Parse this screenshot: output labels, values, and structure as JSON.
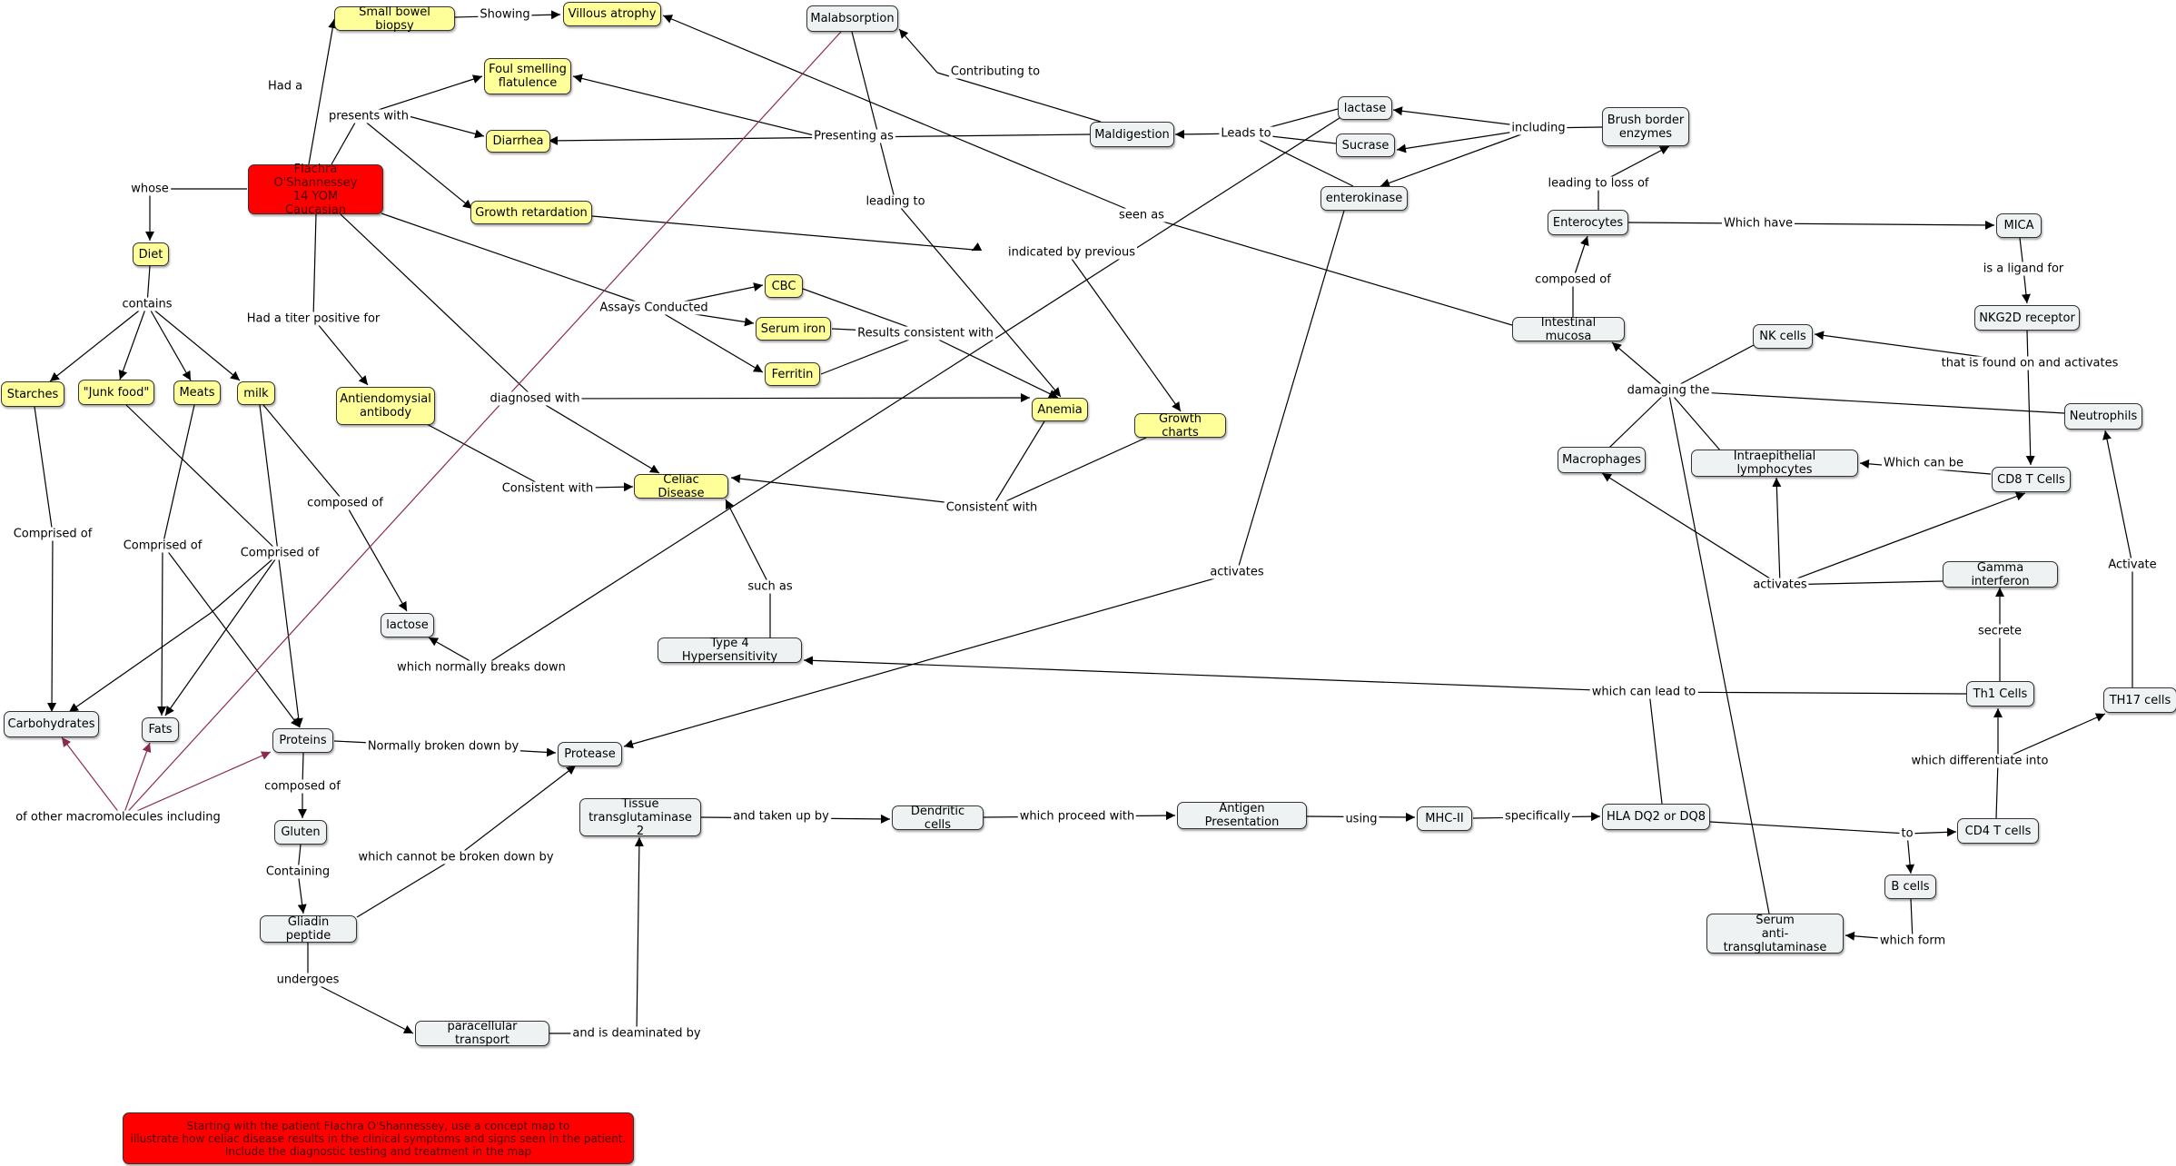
{
  "colors": {
    "yellow_node": "#ffff99",
    "gray_node": "#eef2f3",
    "red_node": "#ff0000",
    "line": "#000000",
    "maroon_line": "#8b2b4a"
  },
  "nodes": {
    "patient": "Flachra O'Shannessey\n14 YOM\nCaucasian",
    "small_bowel_biopsy": "Small bowel biopsy",
    "villous_atrophy": "Villous atrophy",
    "malabsorption": "Malabsorption",
    "foul_flatulence": "Foul smelling\nflatulence",
    "diarrhea": "Diarrhea",
    "growth_retardation": "Growth retardation",
    "maldigestion": "Maldigestion",
    "lactase": "lactase",
    "sucrase": "Sucrase",
    "enterokinase": "enterokinase",
    "brush_border": "Brush border\nenzymes",
    "enterocytes": "Enterocytes",
    "mica": "MICA",
    "nkg2d": "NKG2D receptor",
    "intestinal_mucosa": "Intestinal mucosa",
    "nk_cells": "NK cells",
    "neutrophils": "Neutrophils",
    "macrophages": "Macrophages",
    "iel": "Intraepithelial lymphocytes",
    "cd8": "CD8 T Cells",
    "gamma_interferon": "Gamma interferon",
    "th1": "Th1 Cells",
    "th17": "TH17 cells",
    "cd4": "CD4 T cells",
    "b_cells": "B cells",
    "serum_antitg": "Serum\nanti-transglutaminase",
    "hla": "HLA DQ2 or DQ8",
    "mhc2": "MHC-II",
    "antigen_presentation": "Antigen Presentation",
    "dendritic_cells": "Dendritic cells",
    "ttg2": "Tissue\ntransglutaminase 2",
    "protease": "Protease",
    "type4": "Type 4 Hypersensitivity",
    "celiac": "Celiac Disease",
    "anemia": "Anemia",
    "growth_charts": "Growth charts",
    "cbc": "CBC",
    "serum_iron": "Serum iron",
    "ferritin": "Ferritin",
    "antiendomysial": "Antiendomysial\nantibody",
    "diet": "Diet",
    "starches": "Starches",
    "junk_food": "\"Junk food\"",
    "meats": "Meats",
    "milk": "milk",
    "lactose": "lactose",
    "carbohydrates": "Carbohydrates",
    "fats": "Fats",
    "proteins": "Proteins",
    "gluten": "Gluten",
    "gliadin": "Gliadin peptide",
    "paracellular": "paracellular transport",
    "instructions": "Starting with the patient Flachra O'Shannessey, use a concept map to\nillustrate how celiac disease results in the clinical symptoms and signs seen in the patient.\nInclude the diagnostic testing and treatment in the map"
  },
  "labels": {
    "showing": "Showing",
    "had_a": "Had a",
    "presents_with": "presents with",
    "whose": "whose",
    "contains": "contains",
    "contributing_to": "Contributing to",
    "presenting_as": "Presenting as",
    "leads_to": "Leads to",
    "including": "including",
    "leading_to_loss_of": "leading to loss of",
    "which_have": "Which have",
    "is_a_ligand_for": "is a ligand for",
    "seen_as": "seen as",
    "composed_of_1": "composed of",
    "leading_to": "leading to",
    "indicated_by_previous": "indicated by previous",
    "assays_conducted": "Assays Conducted",
    "results_consistent_with": "Results consistent with",
    "had_titer": "Had a titer positive for",
    "diagnosed_with": "diagnosed with",
    "consistent_with_1": "Consistent with",
    "consistent_with_2": "Consistent with",
    "damaging_the": "damaging the",
    "found_on_activates": "that is found on and activates",
    "which_can_be": "Which can be",
    "activates_1": "activates",
    "activates_2": "activates",
    "activate": "Activate",
    "secrete": "secrete",
    "which_can_lead_to": "which can lead to",
    "which_differentiate_into": "which differentiate into",
    "to": "to",
    "which_form": "which form",
    "specifically": "specifically",
    "using": "using",
    "which_proceed_with": "which proceed with",
    "and_taken_up_by": "and taken up by",
    "such_as": "such as",
    "composed_of_2": "composed of",
    "comprised_of_1": "Comprised of",
    "comprised_of_2": "Comprised of",
    "comprised_of_3": "Comprised of",
    "which_normally_breaks_down": "which normally breaks down",
    "normally_broken_down_by": "Normally broken down by",
    "composed_of_3": "composed of",
    "containing": "Containing",
    "which_cannot": "which cannot be broken down by",
    "undergoes": "undergoes",
    "deaminated": "and is deaminated by",
    "other_macromolecules": "of other macromolecules including"
  }
}
